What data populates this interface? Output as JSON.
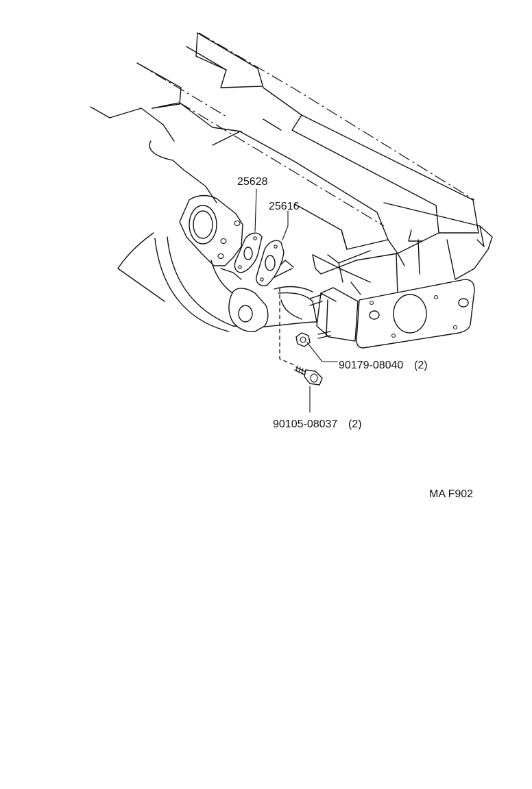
{
  "callouts": {
    "gasket_upper": "25628",
    "gasket_lower": "25616",
    "nut": "90179-08040",
    "nut_qty": "(2)",
    "bolt": "90105-08037",
    "bolt_qty": "(2)"
  },
  "figure_code": "MA F902"
}
